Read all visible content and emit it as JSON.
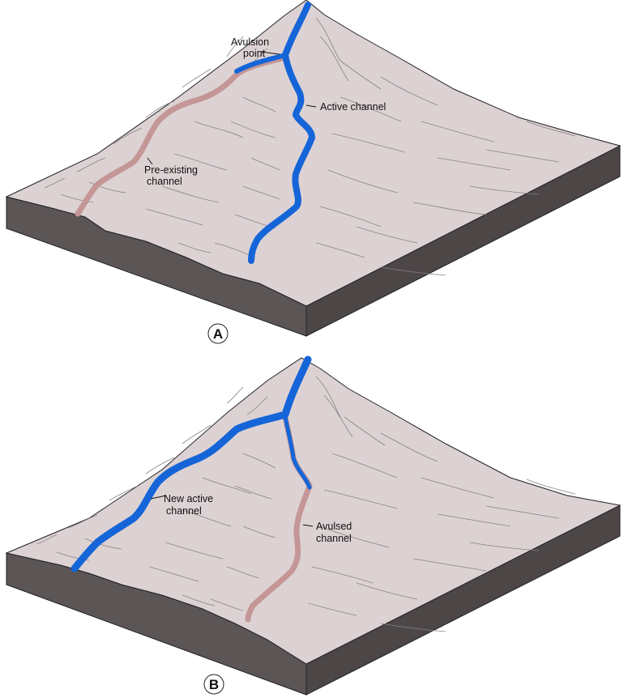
{
  "panels": [
    {
      "id": "A",
      "letter": "A",
      "labels": {
        "avulsion_point_line1": "Avulsion",
        "avulsion_point_line2": "point",
        "active_channel": "Active channel",
        "preexisting_line1": "Pre-existing",
        "preexisting_line2": "channel"
      }
    },
    {
      "id": "B",
      "letter": "B",
      "labels": {
        "new_active_line1": "New active",
        "new_active_line2": "channel",
        "avulsed_line1": "Avulsed",
        "avulsed_line2": "channel"
      }
    }
  ],
  "colors": {
    "surface": "#ddd2d3",
    "side_front": "#5b5556",
    "side_right": "#4c4647",
    "active_channel": "#1565d8",
    "abandoned_channel": "#c49696",
    "outline": "#222222"
  }
}
